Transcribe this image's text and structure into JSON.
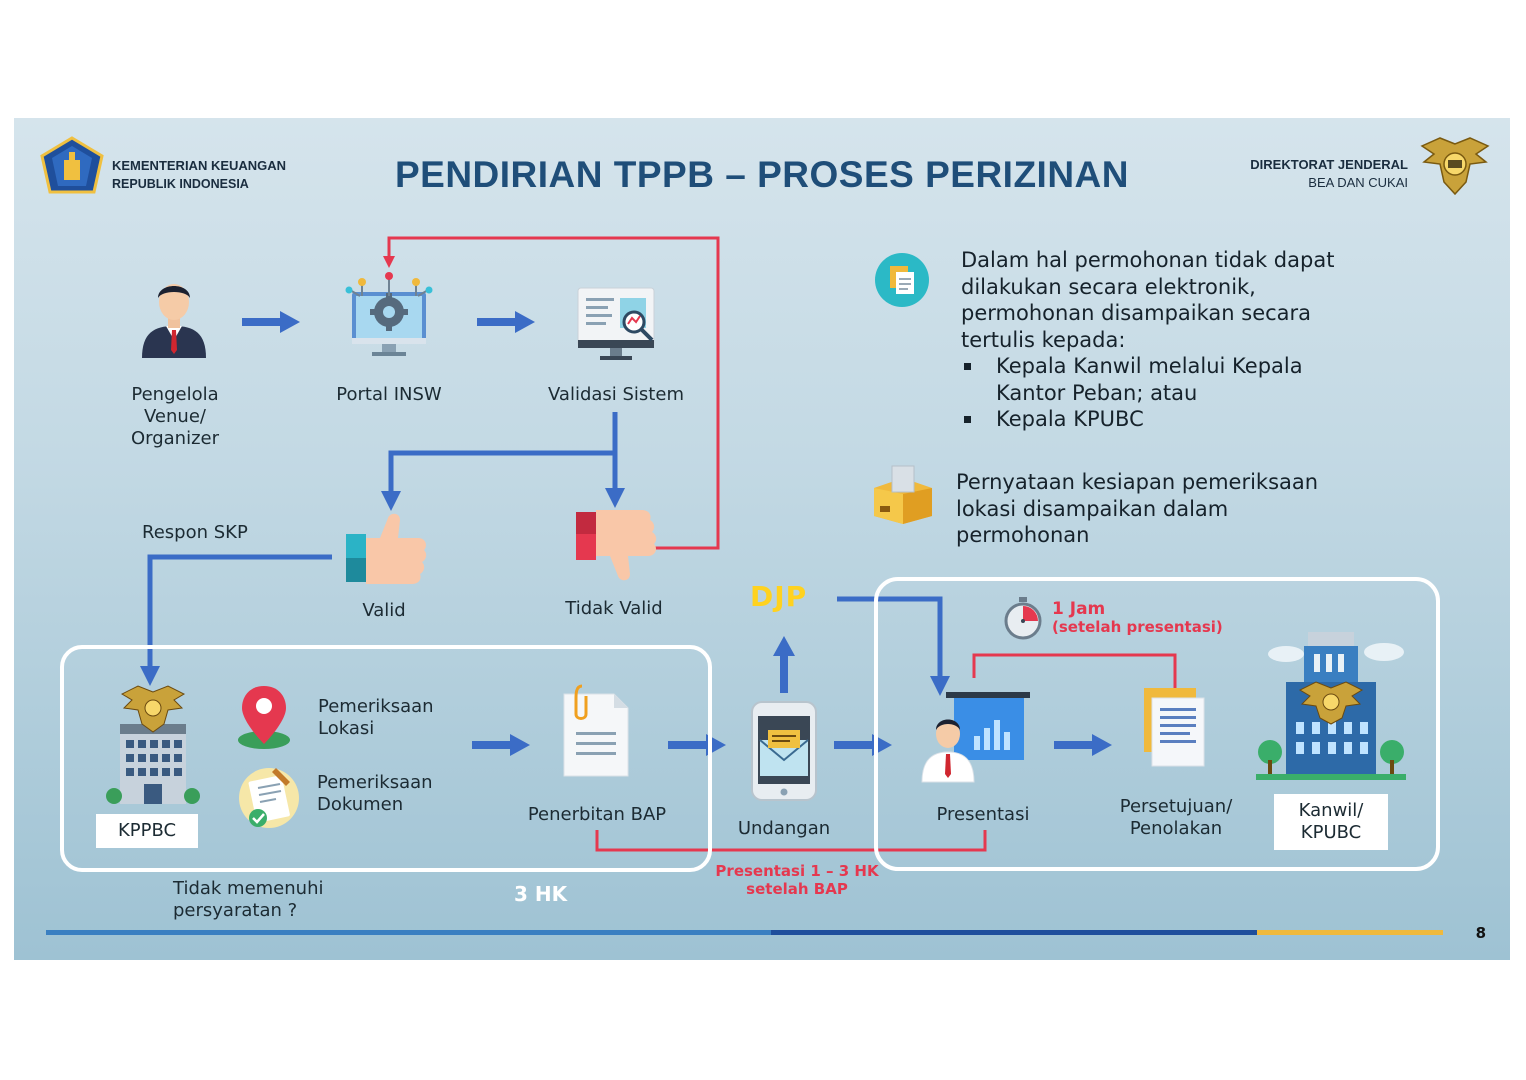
{
  "header": {
    "ministry_line1": "KEMENTERIAN KEUANGAN",
    "ministry_line2": "REPUBLIK INDONESIA",
    "title": "PENDIRIAN TPPB – PROSES PERIZINAN",
    "dirjen_line1": "DIREKTORAT JENDERAL",
    "dirjen_line2": "BEA DAN CUKAI"
  },
  "flow_top": {
    "pengelola": [
      "Pengelola",
      "Venue/",
      "Organizer"
    ],
    "portal": "Portal INSW",
    "validasi": "Validasi Sistem",
    "valid": "Valid",
    "tidak_valid": "Tidak Valid",
    "respon": "Respon SKP"
  },
  "info": {
    "paragraph": [
      "Dalam hal permohonan tidak dapat",
      "dilakukan secara elektronik,",
      "permohonan disampaikan secara",
      "tertulis kepada:"
    ],
    "bullets": [
      [
        "Kepala Kanwil melalui Kepala",
        "Kantor Peban; atau"
      ],
      [
        "Kepala KPUBC"
      ]
    ],
    "statement": [
      "Pernyataan kesiapan pemeriksaan",
      "lokasi disampaikan dalam",
      "permohonan"
    ]
  },
  "flow_bottom": {
    "kppbc": "KPPBC",
    "pemeriksaan_lokasi": [
      "Pemeriksaan",
      "Lokasi"
    ],
    "pemeriksaan_dokumen": [
      "Pemeriksaan",
      "Dokumen"
    ],
    "penerbitan": "Penerbitan BAP",
    "undangan": "Undangan",
    "djp": "DJP",
    "presentasi": "Presentasi",
    "persetujuan": [
      "Persetujuan/",
      "Penolakan"
    ],
    "kanwil": [
      "Kanwil/",
      "KPUBC"
    ],
    "timer_main": "1 Jam",
    "timer_sub": "(setelah presentasi)",
    "presentasi_note": [
      "Presentasi 1 – 3 HK",
      "setelah BAP"
    ],
    "hk": "3 HK",
    "tidak_memenuhi": [
      "Tidak memenuhi",
      "persyaratan ?"
    ]
  },
  "footer": {
    "page_number": "8"
  },
  "colors": {
    "arrow_blue": "#3b6cc6",
    "arrow_red": "#e5384f",
    "title_blue": "#1f4e79",
    "djp_yellow": "#ffd21f",
    "bar_left": "#3a7fc1",
    "bar_mid": "#1f4e9c",
    "bar_right": "#f0b93c"
  }
}
